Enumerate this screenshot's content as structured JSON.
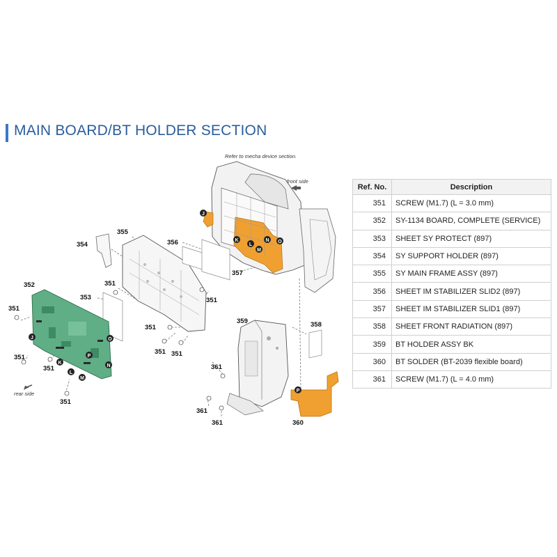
{
  "title": "MAIN BOARD/BT HOLDER SECTION",
  "notes": {
    "refer": "Refer to mecha device section.",
    "front_side": "front side",
    "rear_side": "rear side"
  },
  "callouts": {
    "c351": "351",
    "c352": "352",
    "c353": "353",
    "c354": "354",
    "c355": "355",
    "c356": "356",
    "c357": "357",
    "c358": "358",
    "c359": "359",
    "c360": "360",
    "c361": "361"
  },
  "connectors": {
    "j": "J",
    "k": "K",
    "l": "L",
    "m": "M",
    "n": "N",
    "o": "O",
    "p": "P"
  },
  "colors": {
    "board_green": "#5fae86",
    "flex_orange": "#f0a030",
    "title_blue": "#2a5d9c"
  },
  "table": {
    "headers": {
      "ref": "Ref. No.",
      "desc": "Description"
    },
    "rows": [
      {
        "ref": "351",
        "desc": "SCREW (M1.7) (L = 3.0 mm)"
      },
      {
        "ref": "352",
        "desc": "SY-1134 BOARD, COMPLETE (SERVICE)"
      },
      {
        "ref": "353",
        "desc": "SHEET SY PROTECT (897)"
      },
      {
        "ref": "354",
        "desc": "SY SUPPORT HOLDER (897)"
      },
      {
        "ref": "355",
        "desc": "SY MAIN FRAME ASSY (897)"
      },
      {
        "ref": "356",
        "desc": "SHEET IM STABILIZER SLID2 (897)"
      },
      {
        "ref": "357",
        "desc": "SHEET IM STABILIZER SLID1 (897)"
      },
      {
        "ref": "358",
        "desc": "SHEET FRONT RADIATION (897)"
      },
      {
        "ref": "359",
        "desc": "BT HOLDER ASSY BK"
      },
      {
        "ref": "360",
        "desc": "BT SOLDER (BT-2039 flexible board)"
      },
      {
        "ref": "361",
        "desc": "SCREW (M1.7) (L = 4.0 mm)"
      }
    ]
  }
}
